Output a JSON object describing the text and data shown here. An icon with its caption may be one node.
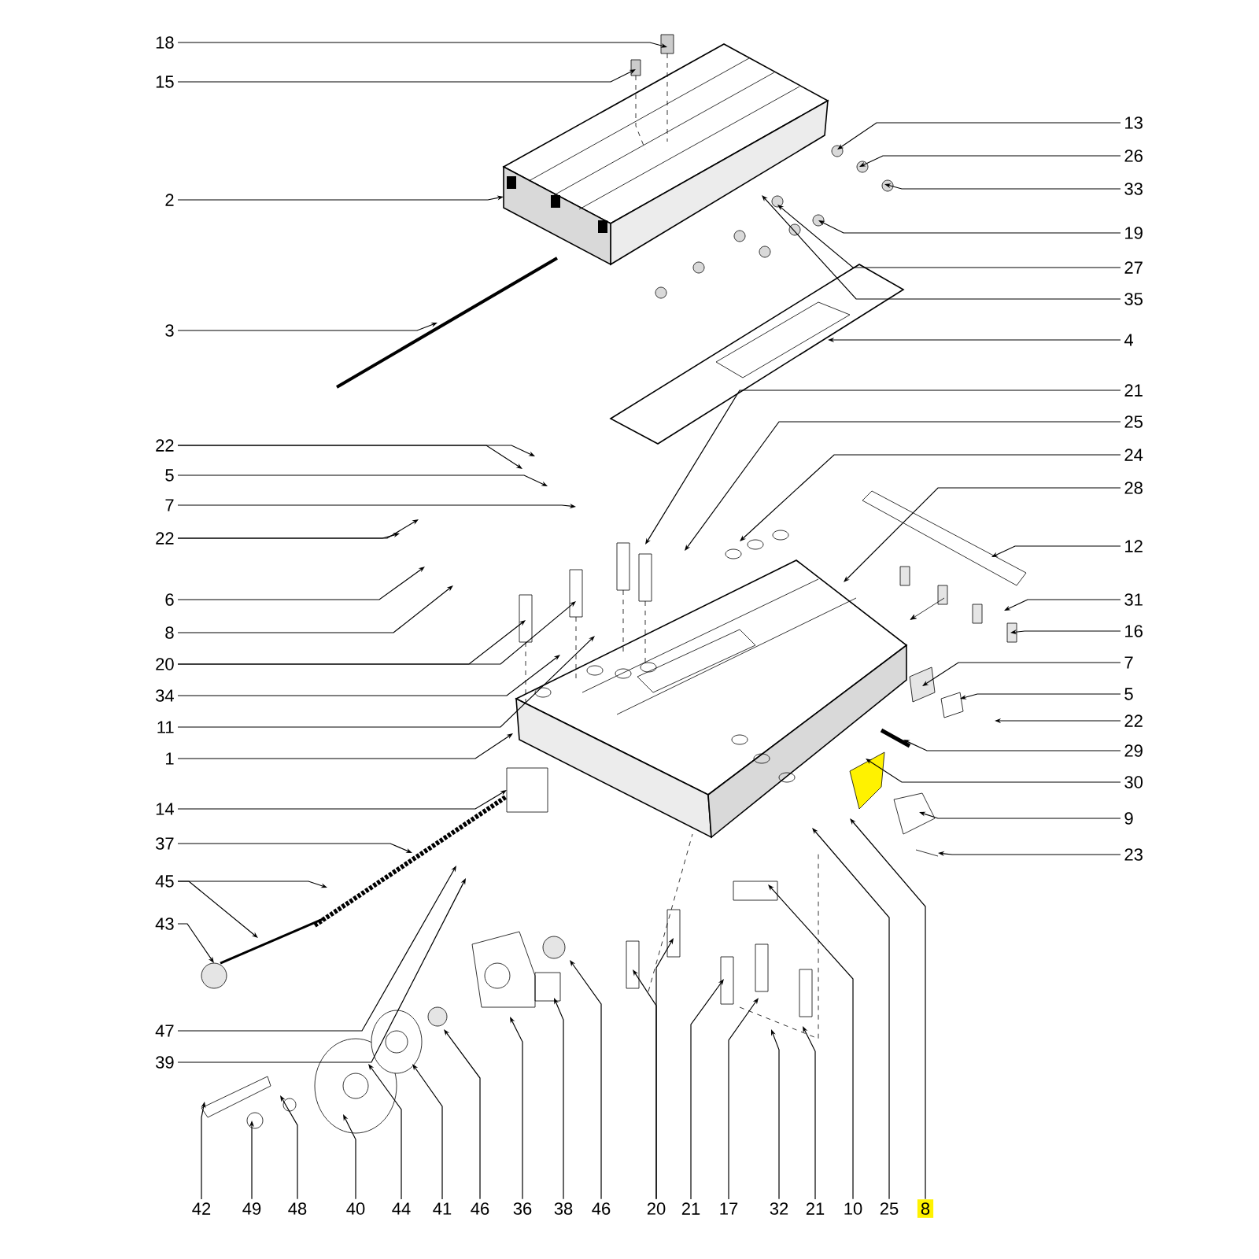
{
  "diagram": {
    "nodes": [
      {
        "text": [
          "18"
        ]
      },
      {
        "text": [
          "15"
        ]
      },
      {
        "text": [
          "13"
        ]
      },
      {
        "text": [
          "26"
        ]
      },
      {
        "text": [
          "33"
        ]
      },
      {
        "text": [
          "2"
        ]
      },
      {
        "text": [
          "19"
        ]
      },
      {
        "text": [
          "27"
        ]
      },
      {
        "text": [
          "35"
        ]
      },
      {
        "text": [
          "3"
        ]
      },
      {
        "text": [
          "4"
        ]
      },
      {
        "text": [
          "21"
        ]
      },
      {
        "text": [
          "25"
        ]
      },
      {
        "text": [
          "22"
        ]
      },
      {
        "text": [
          "24"
        ]
      },
      {
        "text": [
          "5"
        ]
      },
      {
        "text": [
          "28"
        ]
      },
      {
        "text": [
          "7"
        ]
      },
      {
        "text": [
          "22"
        ]
      },
      {
        "text": [
          "12"
        ]
      },
      {
        "text": [
          "6"
        ]
      },
      {
        "text": [
          "31"
        ]
      },
      {
        "text": [
          "16"
        ]
      },
      {
        "text": [
          "8"
        ]
      },
      {
        "text": [
          "7"
        ]
      },
      {
        "text": [
          "20"
        ]
      },
      {
        "text": [
          "5"
        ]
      },
      {
        "text": [
          "34"
        ]
      },
      {
        "text": [
          "22"
        ]
      },
      {
        "text": [
          "11"
        ]
      },
      {
        "text": [
          "29"
        ]
      },
      {
        "text": [
          "1"
        ]
      },
      {
        "text": [
          "30"
        ]
      },
      {
        "text": [
          "14"
        ]
      },
      {
        "text": [
          "9"
        ]
      },
      {
        "text": [
          "37"
        ]
      },
      {
        "text": [
          "23"
        ]
      },
      {
        "text": [
          "45"
        ]
      },
      {
        "text": [
          "43"
        ]
      },
      {
        "text": [
          "47"
        ]
      },
      {
        "text": [
          "39"
        ]
      },
      {
        "text": [
          "42"
        ]
      },
      {
        "text": [
          "49"
        ]
      },
      {
        "text": [
          "48"
        ]
      },
      {
        "text": [
          "40"
        ]
      },
      {
        "text": [
          "44"
        ]
      },
      {
        "text": [
          "41"
        ]
      },
      {
        "text": [
          "46"
        ]
      },
      {
        "text": [
          "36"
        ]
      },
      {
        "text": [
          "38"
        ]
      },
      {
        "text": [
          "46"
        ]
      },
      {
        "text": [
          "20"
        ]
      },
      {
        "text": [
          "21"
        ]
      },
      {
        "text": [
          "17"
        ]
      },
      {
        "text": [
          "32"
        ]
      },
      {
        "text": [
          "21"
        ]
      },
      {
        "text": [
          "10"
        ]
      },
      {
        "text": [
          "25"
        ]
      },
      {
        "text": [
          "8"
        ]
      }
    ],
    "edges": [
      {
        "from": 0,
        "to": null,
        "arrow": "to"
      },
      {
        "from": 1,
        "to": null,
        "arrow": "to"
      },
      {
        "from": 2,
        "to": null,
        "arrow": "to"
      },
      {
        "from": 3,
        "to": null,
        "arrow": "to"
      },
      {
        "from": 4,
        "to": null,
        "arrow": "to"
      },
      {
        "from": 5,
        "to": null,
        "arrow": "to"
      },
      {
        "from": 6,
        "to": null,
        "arrow": "to"
      },
      {
        "from": 7,
        "to": null,
        "arrow": "to"
      },
      {
        "from": 8,
        "to": null,
        "arrow": "to"
      },
      {
        "from": 9,
        "to": null,
        "arrow": "to"
      },
      {
        "from": 10,
        "to": null,
        "arrow": "to"
      },
      {
        "from": 11,
        "to": null,
        "arrow": "to"
      },
      {
        "from": 12,
        "to": null,
        "arrow": "to"
      },
      {
        "from": 13,
        "to": null,
        "arrow": "to"
      },
      {
        "from": 13,
        "to": null,
        "arrow": "to"
      },
      {
        "from": 14,
        "to": null,
        "arrow": "to"
      },
      {
        "from": 15,
        "to": null,
        "arrow": "to"
      },
      {
        "from": 16,
        "to": null,
        "arrow": "to"
      },
      {
        "from": 17,
        "to": null,
        "arrow": "to"
      },
      {
        "from": 18,
        "to": null,
        "arrow": "to"
      },
      {
        "from": 18,
        "to": null,
        "arrow": "to"
      },
      {
        "from": 19,
        "to": null,
        "arrow": "to"
      },
      {
        "from": 20,
        "to": null,
        "arrow": "to"
      },
      {
        "from": 21,
        "to": null,
        "arrow": "to"
      },
      {
        "from": 22,
        "to": null,
        "arrow": "to"
      },
      {
        "from": 23,
        "to": null,
        "arrow": "to"
      },
      {
        "from": 24,
        "to": null,
        "arrow": "to"
      },
      {
        "from": 25,
        "to": null,
        "arrow": "to"
      },
      {
        "from": 25,
        "to": null,
        "arrow": "to"
      },
      {
        "from": 26,
        "to": null,
        "arrow": "to"
      },
      {
        "from": 27,
        "to": null,
        "arrow": "to"
      },
      {
        "from": 28,
        "to": null,
        "arrow": "to"
      },
      {
        "from": 29,
        "to": null,
        "arrow": "to"
      },
      {
        "from": 30,
        "to": null,
        "arrow": "to"
      },
      {
        "from": 31,
        "to": null,
        "arrow": "to"
      },
      {
        "from": 32,
        "to": null,
        "arrow": "to"
      },
      {
        "from": 33,
        "to": null,
        "arrow": "to"
      },
      {
        "from": 34,
        "to": null,
        "arrow": "to"
      },
      {
        "from": 35,
        "to": null,
        "arrow": "to"
      },
      {
        "from": 36,
        "to": null,
        "arrow": "to"
      },
      {
        "from": 37,
        "to": null,
        "arrow": "to"
      },
      {
        "from": 37,
        "to": null,
        "arrow": "to"
      },
      {
        "from": 38,
        "to": null,
        "arrow": "to"
      },
      {
        "from": 39,
        "to": null,
        "arrow": "to"
      },
      {
        "from": 40,
        "to": null,
        "arrow": "to"
      },
      {
        "from": 41,
        "to": null,
        "arrow": "to"
      },
      {
        "from": 42,
        "to": null,
        "arrow": "to"
      },
      {
        "from": 43,
        "to": null,
        "arrow": "to"
      },
      {
        "from": 44,
        "to": null,
        "arrow": "to"
      },
      {
        "from": 45,
        "to": null,
        "arrow": "to"
      },
      {
        "from": 46,
        "to": null,
        "arrow": "to"
      },
      {
        "from": 47,
        "to": null,
        "arrow": "to"
      },
      {
        "from": 48,
        "to": null,
        "arrow": "to"
      },
      {
        "from": 49,
        "to": null,
        "arrow": "to"
      },
      {
        "from": 50,
        "to": null,
        "arrow": "to"
      },
      {
        "from": 51,
        "to": null,
        "arrow": "to"
      },
      {
        "from": 51,
        "to": null,
        "arrow": "to"
      },
      {
        "from": 52,
        "to": null,
        "arrow": "to"
      },
      {
        "from": 53,
        "to": null,
        "arrow": "to"
      },
      {
        "from": 54,
        "to": null,
        "arrow": "to"
      },
      {
        "from": 55,
        "to": null,
        "arrow": "to"
      },
      {
        "from": 56,
        "to": null,
        "arrow": "to"
      },
      {
        "from": 57,
        "to": null,
        "arrow": "to"
      },
      {
        "from": 58,
        "to": null,
        "arrow": "to"
      }
    ]
  }
}
